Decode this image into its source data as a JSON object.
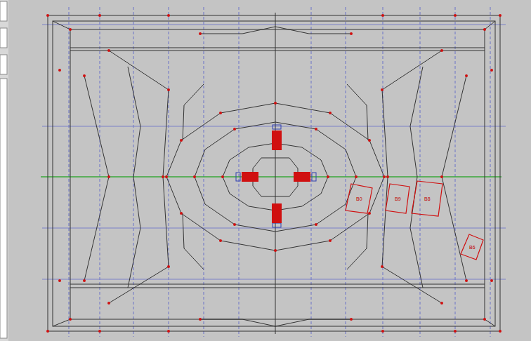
{
  "diagram": {
    "nodes": [
      {
        "text": [
          "B0"
        ]
      },
      {
        "text": [
          "B9"
        ]
      },
      {
        "text": [
          "B8"
        ]
      },
      {
        "text": [
          "B6"
        ]
      }
    ]
  }
}
